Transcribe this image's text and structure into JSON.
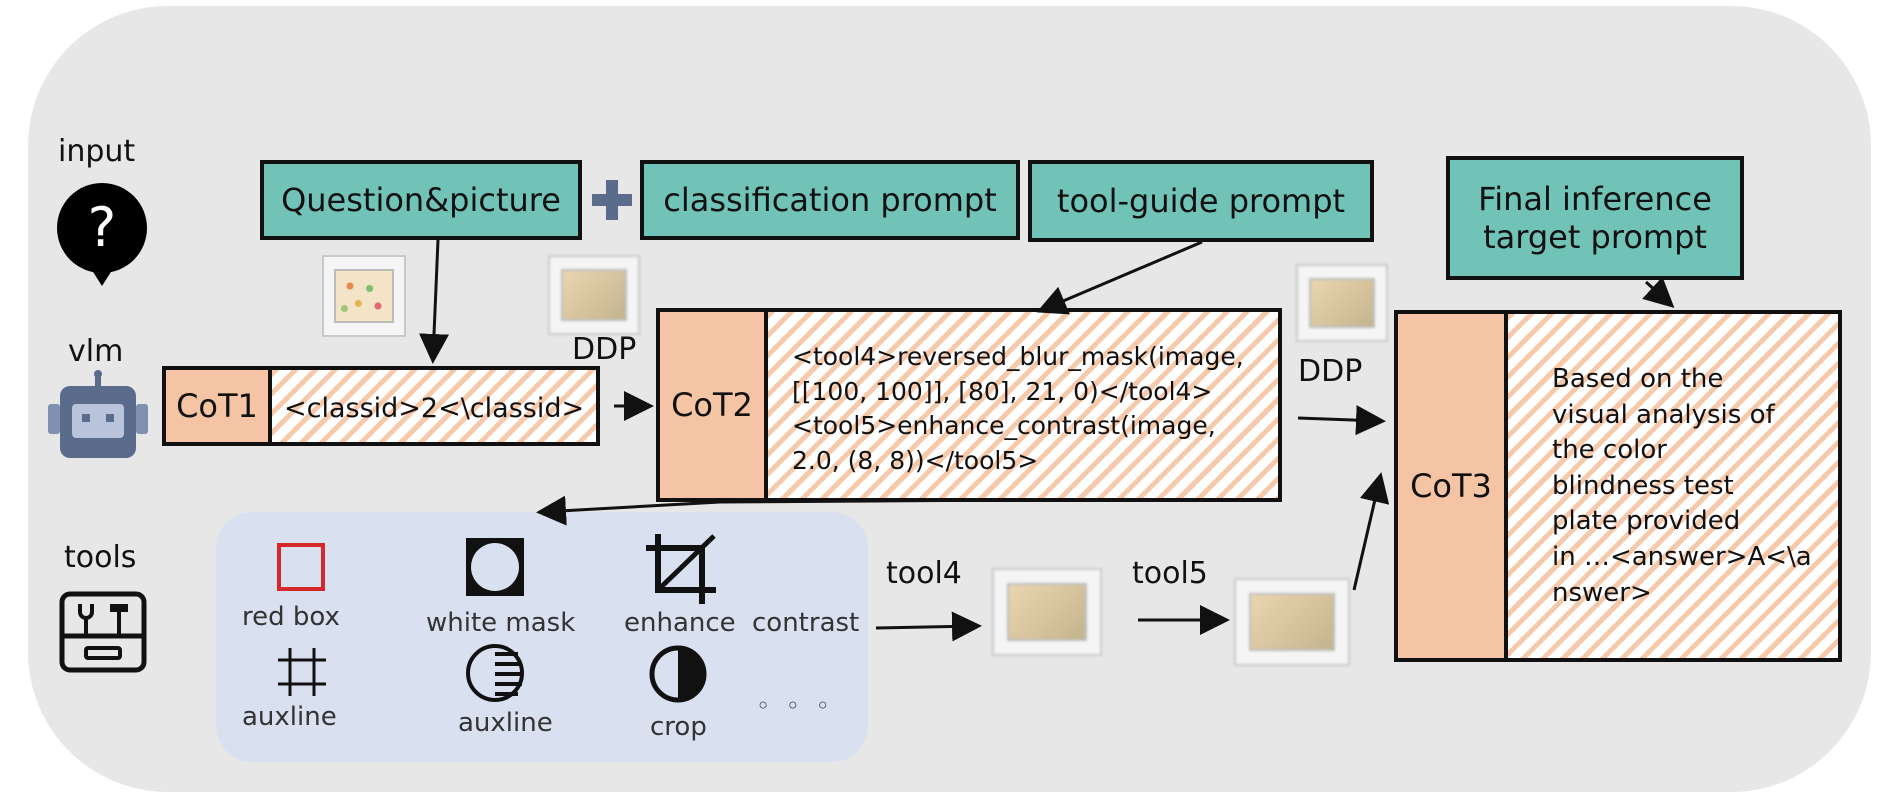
{
  "rows": {
    "input": "input",
    "vlm": "vlm",
    "tools": "tools"
  },
  "prompts": {
    "question": "Question&picture",
    "classification": "classification prompt",
    "tool_guide": "tool-guide prompt",
    "final_line1": "Final inference",
    "final_line2": "target prompt"
  },
  "cot": {
    "cot1": "CoT1",
    "cot2": "CoT2",
    "cot3": "CoT3"
  },
  "cot1_output": "<classid>2<\\classid>",
  "cot2_output": "<tool4>reversed_blur_mask(image,\n[[100, 100]], [80], 21, 0)</tool4>\n<tool5>enhance_contrast(image,\n2.0, (8, 8))</tool5>",
  "cot3_output": "Based on the\nvisual analysis of\nthe color\nblindness test\nplate provided\nin …<answer>A<\\a\nnswer>",
  "ddp": {
    "first": "DDP",
    "second": "DDP"
  },
  "tool_steps": {
    "tool4": "tool4",
    "tool5": "tool5"
  },
  "toolbox": {
    "red_box": "red box",
    "white_mask": "white mask",
    "enhance": "enhance",
    "contrast": "contrast",
    "auxline_1": "auxline",
    "auxline_2": "auxline",
    "crop": "crop",
    "more": "◦ ◦ ◦"
  },
  "colors": {
    "prompt_fill": "#72c3b7",
    "cot_fill": "#f4c4a4",
    "toolbox_fill": "#d9e0f0",
    "panel_fill": "#e7e7e7",
    "robot": "#5a6b8c",
    "red_box": "#d62828"
  },
  "icons": {
    "input": "question-bubble-icon",
    "vlm": "robot-icon",
    "tools": "toolbox-icon",
    "plus": "plus-icon"
  }
}
